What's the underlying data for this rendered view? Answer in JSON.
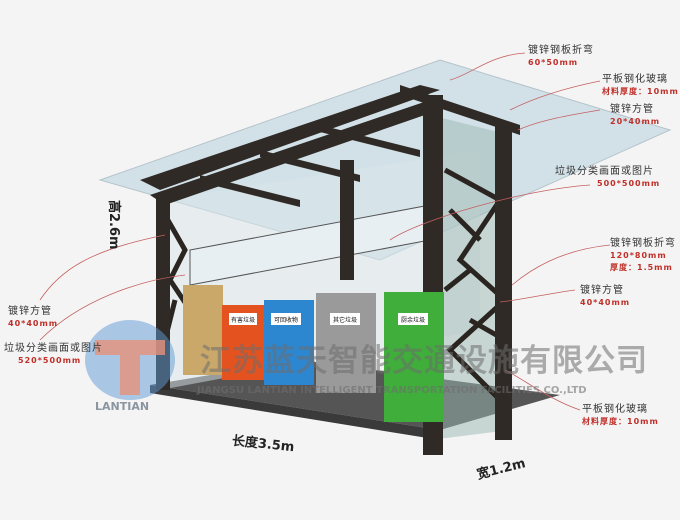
{
  "annotations": [
    {
      "title": "镀锌钢板折弯",
      "spec": "60*50mm"
    },
    {
      "title": "平板钢化玻璃",
      "spec": "材料厚度：10mm"
    },
    {
      "title": "镀锌方管",
      "spec": "20*40mm"
    },
    {
      "title": "垃圾分类画面或图片",
      "spec": "500*500mm"
    },
    {
      "title": "镀锌钢板折弯",
      "spec": "120*80mm",
      "spec2": "厚度：1.5mm"
    },
    {
      "title": "镀锌方管",
      "spec": "40*40mm"
    },
    {
      "title": "平板钢化玻璃",
      "spec": "材料厚度：10mm"
    },
    {
      "title": "镀锌方管",
      "spec": "40*40mm"
    },
    {
      "title": "垃圾分类画面或图片",
      "spec": "520*500mm"
    }
  ],
  "dimensions": {
    "height": "高2.6m",
    "length": "长度3.5m",
    "width": "宽1.2m"
  },
  "bins": [
    {
      "label": "有害垃圾",
      "color": "#e4521f"
    },
    {
      "label": "可回收物",
      "color": "#2c86d0"
    },
    {
      "label": "其它垃圾",
      "color": "#9a9a9a"
    },
    {
      "label": "厨余垃圾",
      "color": "#3fae3a"
    }
  ],
  "watermark": {
    "company_cn": "江苏蓝天智能交通设施有限公司",
    "company_en": "JIANGSU LANTIAN INTELLIGENT TRANSPORTATION FACILITIES CO.,LTD",
    "logo_text": "LANTIAN"
  }
}
